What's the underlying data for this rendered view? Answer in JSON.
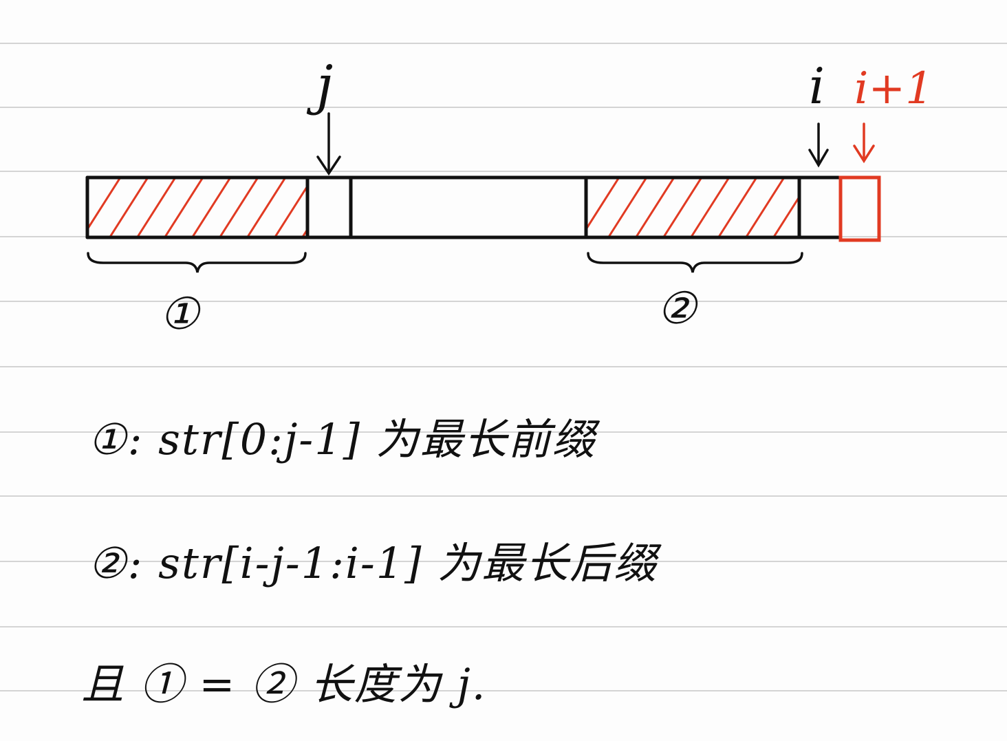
{
  "labels": {
    "j": "j",
    "i": "i",
    "i_plus_1": "i+1",
    "segment1": "①",
    "segment2": "②"
  },
  "notes": {
    "line1": "①: str[0:j-1] 为最长前缀",
    "line2": "②: str[i-j-1:i-1] 为最长后缀",
    "line3": "且 ① = ② 长度为 j."
  },
  "colors": {
    "ink": "#111111",
    "highlight": "#e13a22",
    "rule": "#d4d4d4"
  }
}
